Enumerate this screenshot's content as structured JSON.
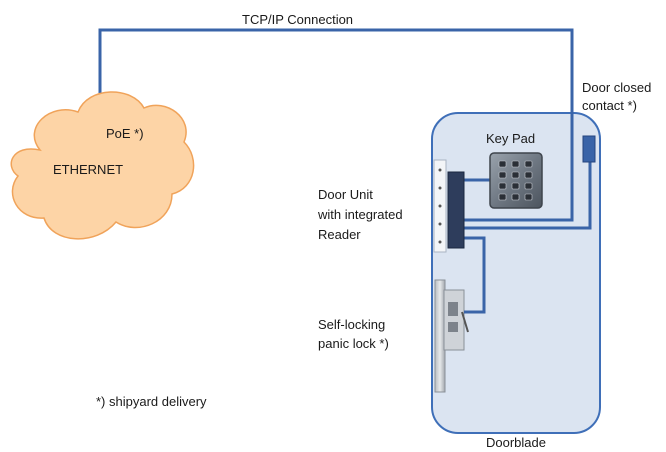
{
  "diagram": {
    "connection_label": "TCP/IP Connection",
    "cloud": {
      "label": "ETHERNET",
      "poe_label": "PoE *)"
    },
    "door": {
      "keypad_label": "Key Pad",
      "door_contact_label_line1": "Door closed",
      "door_contact_label_line2": "contact *)",
      "door_unit_label_line1": "Door Unit",
      "door_unit_label_line2": "with integrated",
      "door_unit_label_line3": "Reader",
      "lock_label_line1": "Self-locking",
      "lock_label_line2": "panic lock *)",
      "doorblade_label": "Doorblade"
    },
    "footnote": "*) shipyard delivery",
    "colors": {
      "wire": "#3a64a8",
      "cloud_fill": "#fdd4a6",
      "cloud_stroke": "#f0a35a",
      "door_fill": "#dbe4f1",
      "door_stroke": "#3f6fb8",
      "reader_fill": "#2e3d5c"
    }
  }
}
